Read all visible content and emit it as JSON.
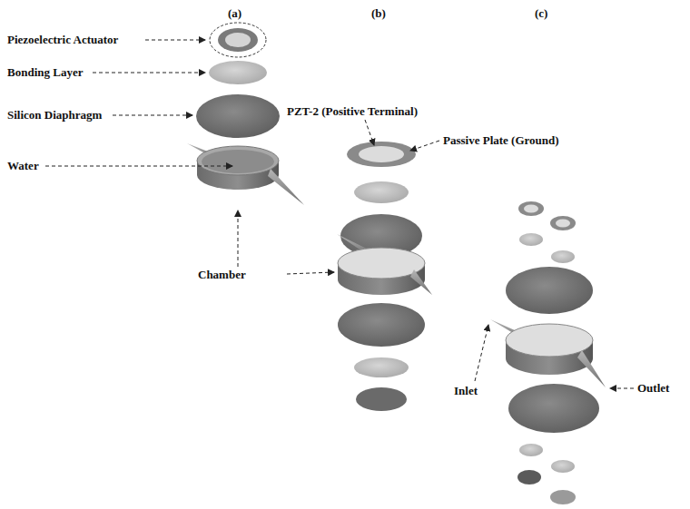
{
  "diagram": {
    "labels": [
      "(a)",
      "(b)",
      "(c)",
      "Piezoelectric Actuator",
      "PZT-2 (Positive Terminal)",
      "Passive Plate (Ground)",
      "Bonding Layer",
      "Silicon Diaphragm",
      "Water",
      "Chamber",
      "Inlet",
      "Outlet"
    ]
  }
}
